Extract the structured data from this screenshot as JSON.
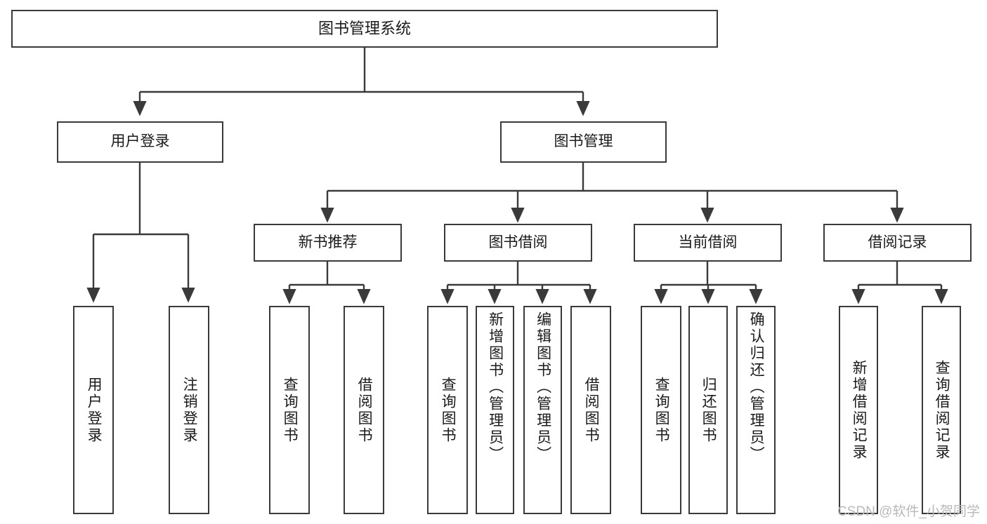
{
  "diagram": {
    "title": "图书管理系统",
    "type": "tree",
    "background_color": "#ffffff",
    "border_color": "#3a3a3a",
    "text_color": "#1a1a1a",
    "root": {
      "label": "图书管理系统"
    },
    "level2": [
      {
        "label": "用户登录"
      },
      {
        "label": "图书管理"
      }
    ],
    "level3": [
      {
        "label": "新书推荐"
      },
      {
        "label": "图书借阅"
      },
      {
        "label": "当前借阅"
      },
      {
        "label": "借阅记录"
      }
    ],
    "leaves": [
      {
        "label": "用户登录",
        "parent": "用户登录"
      },
      {
        "label": "注销登录",
        "parent": "用户登录"
      },
      {
        "label": "查询图书",
        "parent": "新书推荐"
      },
      {
        "label": "借阅图书",
        "parent": "新书推荐"
      },
      {
        "label": "查询图书",
        "parent": "图书借阅"
      },
      {
        "label": "新增图书（管理员）",
        "parent": "图书借阅"
      },
      {
        "label": "编辑图书（管理员）",
        "parent": "图书借阅"
      },
      {
        "label": "借阅图书",
        "parent": "图书借阅"
      },
      {
        "label": "查询图书",
        "parent": "当前借阅"
      },
      {
        "label": "归还图书",
        "parent": "当前借阅"
      },
      {
        "label": "确认归还（管理员）",
        "parent": "当前借阅"
      },
      {
        "label": "新增借阅记录",
        "parent": "借阅记录"
      },
      {
        "label": "查询借阅记录",
        "parent": "借阅记录"
      }
    ]
  },
  "watermark": {
    "text": "CSDN @软件_小贺同学",
    "color": "#b9b9b9"
  }
}
